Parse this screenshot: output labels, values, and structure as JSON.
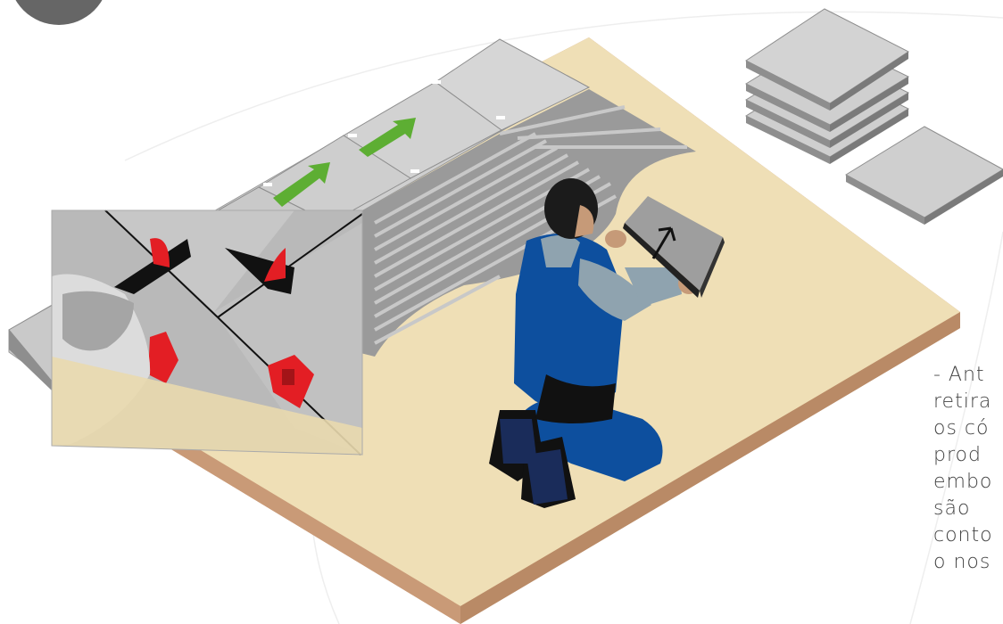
{
  "description_text": {
    "lines": [
      "- Ant",
      "retira",
      "os có",
      "prod",
      "embo",
      "são",
      "conto",
      "o nos"
    ]
  },
  "colors": {
    "floor_top": "#efdfb6",
    "floor_side": "#d4a987",
    "tile": "#cfcfcf",
    "tile_edge": "#8e8e8e",
    "arrow": "#5dae33",
    "clip": "#e31e24",
    "overalls": "#0d4f9e",
    "shirt": "#8fa3af"
  },
  "icons": {
    "step_badge": "circle-badge-icon",
    "tile_arrow": "arrow-up-right-icon"
  }
}
